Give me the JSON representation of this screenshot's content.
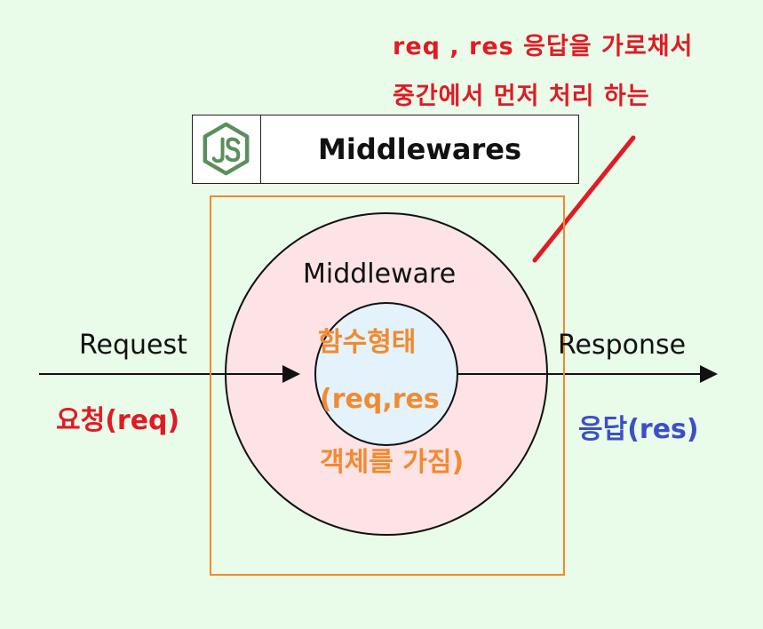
{
  "annotation": {
    "line1": "req , res 응답을 가로채서",
    "line2": "중간에서 먼저 처리 하는"
  },
  "header": {
    "logo_icon": "nodejs-icon",
    "title": "Middlewares"
  },
  "diagram": {
    "outer_circle_label": "Middleware",
    "inner_label_line1": "함수형태",
    "inner_label_line2": "(req,res",
    "inner_label_line3": "객체를 가짐)",
    "request_label": "Request",
    "request_korean": "요청(req)",
    "response_label": "Response",
    "response_korean": "응답(res)"
  },
  "colors": {
    "background": "#e9fbe9",
    "annotation_red": "#e01b24",
    "frame_orange": "#f08a2c",
    "outer_circle_fill": "#fde3e6",
    "inner_circle_fill": "#e4f2fb",
    "response_blue": "#3b4fc8",
    "logo_green": "#5a8f5a"
  }
}
